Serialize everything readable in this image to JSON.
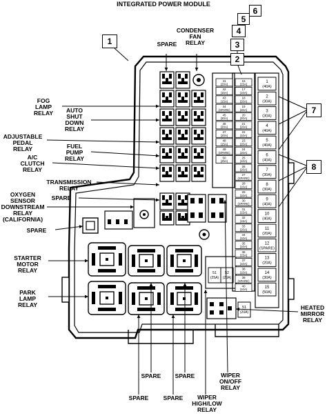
{
  "title": "INTEGRATED POWER MODULE",
  "callouts": [
    "1",
    "2",
    "3",
    "4",
    "5",
    "6",
    "7",
    "8"
  ],
  "labels": {
    "spare_top": "SPARE",
    "condenser_fan_relay": "CONDENSER\nFAN\nRELAY",
    "fog_lamp_relay": "FOG\nLAMP\nRELAY",
    "auto_shut_down_relay": "AUTO\nSHUT\nDOWN\nRELAY",
    "adjustable_pedal_relay": "ADJUSTABLE\nPEDAL\nRELAY",
    "fuel_pump_relay": "FUEL\nPUMP\nRELAY",
    "ac_clutch_relay": "A/C\nCLUTCH\nRELAY",
    "transmission_relay": "TRANSMISSION\nRELAY",
    "spare_mid": "SPARE",
    "oxygen_sensor_relay": "OXYGEN\nSENSOR\nDOWNSTREAM\nRELAY\n(CALIFORNIA)",
    "spare_left": "SPARE",
    "starter_motor_relay": "STARTER\nMOTOR\nRELAY",
    "park_lamp_relay": "PARK\nLAMP\nRELAY",
    "heated_mirror_relay": "HEATED\nMIRROR\nRELAY",
    "spare_b1": "SPARE",
    "spare_b2": "SPARE",
    "spare_b3": "SPARE",
    "spare_b4": "SPARE",
    "wiper_high_low_relay": "WIPER\nHIGH/LOW\nRELAY",
    "wiper_on_off_relay": "WIPER\nON/OFF\nRELAY"
  },
  "mini_fuses": [
    {
      "num": "41",
      "amp": "(20A)"
    },
    {
      "num": "16",
      "amp": "(15A)"
    },
    {
      "num": "42",
      "amp": "(15A)"
    },
    {
      "num": "17",
      "amp": "(10A)"
    },
    {
      "num": "43",
      "amp": "(15A)"
    },
    {
      "num": "18",
      "amp": "(20A)"
    },
    {
      "num": "44",
      "amp": "(SPARE)"
    },
    {
      "num": "19",
      "amp": "(20A)"
    },
    {
      "num": "45",
      "amp": "(20A)"
    },
    {
      "num": "20",
      "amp": "(20A)"
    },
    {
      "num": "46",
      "amp": "(20A)"
    },
    {
      "num": "21",
      "amp": "(20A)"
    },
    {
      "num": "47",
      "amp": "(20A)"
    },
    {
      "num": "22",
      "amp": "(10A)"
    },
    {
      "num": "48",
      "amp": "(15A)"
    },
    {
      "num": "23",
      "amp": "(20A)"
    },
    {
      "num": "49",
      "amp": "(SPARE)"
    },
    {
      "num": "24",
      "amp": "(20A)"
    },
    {
      "num": "50",
      "amp": "(25A)"
    },
    {
      "num": "25",
      "amp": "(10A)"
    },
    {
      "num": "",
      "amp": ""
    },
    {
      "num": "26",
      "amp": "(20A)"
    },
    {
      "num": "",
      "amp": ""
    },
    {
      "num": "27",
      "amp": "(SPARE)"
    },
    {
      "num": "",
      "amp": ""
    },
    {
      "num": "28",
      "amp": "(10A)"
    },
    {
      "num": "",
      "amp": ""
    },
    {
      "num": "29",
      "amp": "(10A)"
    },
    {
      "num": "",
      "amp": ""
    },
    {
      "num": "30",
      "amp": "(SPARE)"
    },
    {
      "num": "",
      "amp": ""
    },
    {
      "num": "31",
      "amp": "(15A)"
    },
    {
      "num": "",
      "amp": ""
    },
    {
      "num": "32",
      "amp": "(15A)"
    },
    {
      "num": "",
      "amp": ""
    },
    {
      "num": "33",
      "amp": "(20A)"
    },
    {
      "num": "",
      "amp": ""
    },
    {
      "num": "34",
      "amp": "(10A)"
    },
    {
      "num": "",
      "amp": ""
    },
    {
      "num": "35",
      "amp": "(10A)"
    },
    {
      "num": "",
      "amp": ""
    },
    {
      "num": "36",
      "amp": "(15A)"
    },
    {
      "num": "",
      "amp": ""
    },
    {
      "num": "37",
      "amp": "(10A)"
    },
    {
      "num": "",
      "amp": ""
    },
    {
      "num": "38",
      "amp": "(10A)"
    },
    {
      "num": "",
      "amp": ""
    },
    {
      "num": "39",
      "amp": "(SPARE)"
    },
    {
      "num": "",
      "amp": ""
    },
    {
      "num": "40",
      "amp": "(10A)"
    }
  ],
  "cartridge_fuses": [
    {
      "num": "1",
      "amp": "(40A)"
    },
    {
      "num": "2",
      "amp": "(30A)"
    },
    {
      "num": "3",
      "amp": "(30A)"
    },
    {
      "num": "4",
      "amp": "(40A)"
    },
    {
      "num": "5",
      "amp": "(40A)"
    },
    {
      "num": "6",
      "amp": "(40A)"
    },
    {
      "num": "7",
      "amp": "(30A)"
    },
    {
      "num": "8",
      "amp": "(30A)"
    },
    {
      "num": "9",
      "amp": "(40A)"
    },
    {
      "num": "10",
      "amp": "(40A)"
    },
    {
      "num": "11",
      "amp": "(20A)"
    },
    {
      "num": "12",
      "amp": "(SPARE)"
    },
    {
      "num": "13",
      "amp": "(20A)"
    },
    {
      "num": "14",
      "amp": "(30A)"
    },
    {
      "num": "15",
      "amp": "(50A)"
    }
  ],
  "small_fuses": [
    {
      "num": "51",
      "amp": "(25A)"
    },
    {
      "num": "52",
      "amp": "(20A)"
    },
    {
      "num": "51",
      "amp": "(20A)"
    }
  ]
}
